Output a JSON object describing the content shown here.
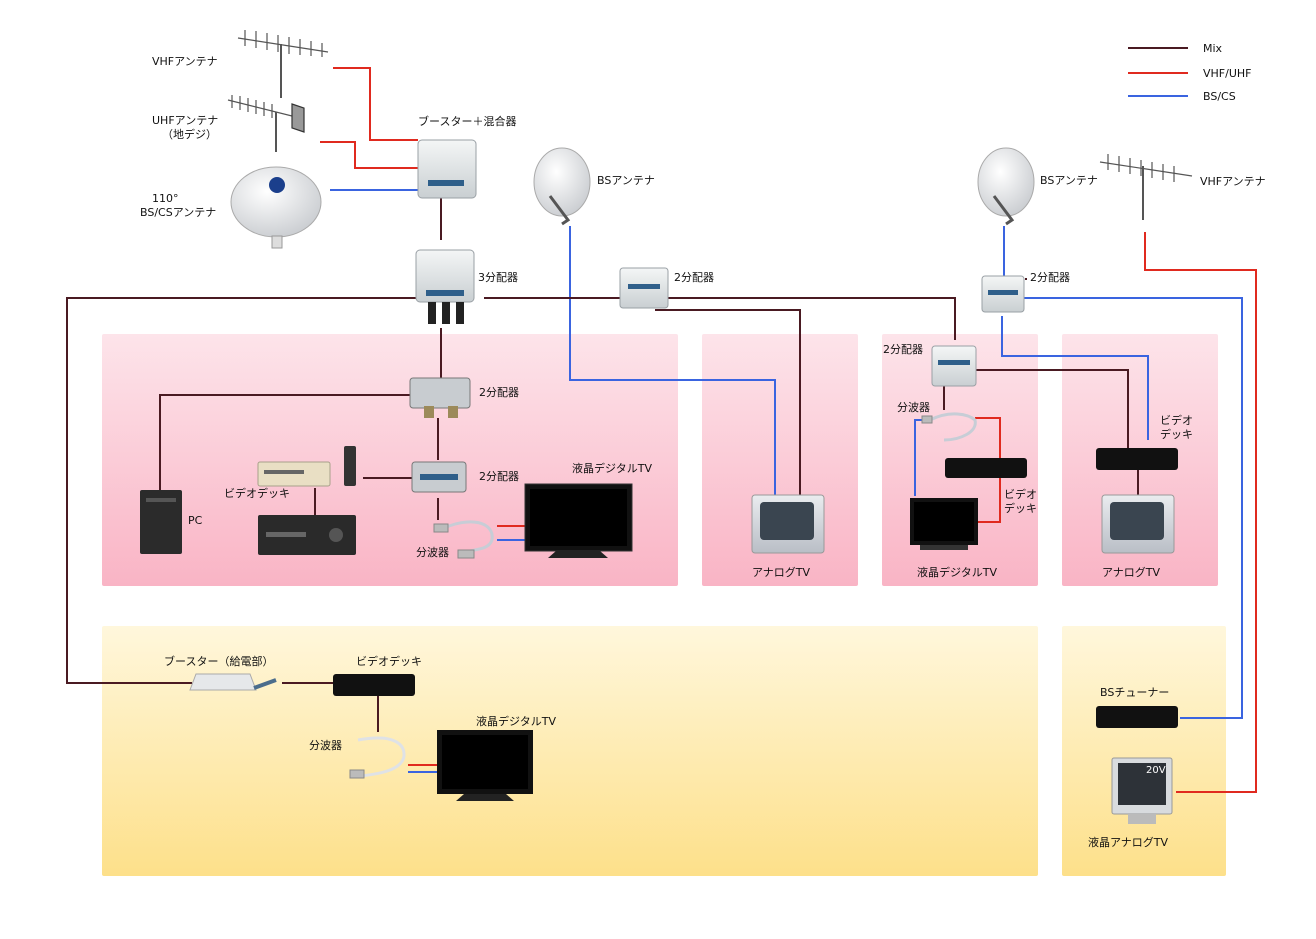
{
  "legend": [
    {
      "label": "Mix",
      "color": "#4a1a22"
    },
    {
      "label": "VHF/UHF",
      "color": "#e02a1f"
    },
    {
      "label": "BS/CS",
      "color": "#3a64e0"
    }
  ],
  "colors": {
    "mix": "#4a1a22",
    "vhf_uhf": "#e02a1f",
    "bs_cs": "#3a64e0",
    "room_pink": "#fbc8d4",
    "room_yellow": "#fde9a8"
  },
  "labels": {
    "vhf_antenna_left": "VHFアンテナ",
    "uhf_antenna_l1": "UHFアンテナ",
    "uhf_antenna_l2": "（地デジ）",
    "bscs_antenna_l1": "110°",
    "bscs_antenna_l2": "BS/CSアンテナ",
    "booster_mixer": "ブースター＋混合器",
    "bs_antenna_mid": "BSアンテナ",
    "bs_antenna_right": "BSアンテナ",
    "vhf_antenna_right": "VHFアンテナ",
    "splitter3": "3分配器",
    "splitter2_top_mid": "2分配器",
    "splitter2_top_right": "2分配器",
    "splitter2_room1_a": "2分配器",
    "splitter2_room1_b": "2分配器",
    "splitter2_room3": "2分配器",
    "video_deck_room1": "ビデオデッキ",
    "pc": "PC",
    "lcd_digital_tv_room1": "液晶デジタルTV",
    "diplexer_room1": "分波器",
    "analog_tv_room2": "アナログTV",
    "diplexer_room3": "分波器",
    "video_deck_room3_l1": "ビデオ",
    "video_deck_room3_l2": "デッキ",
    "lcd_digital_tv_room3": "液晶デジタルTV",
    "video_deck_room4_l1": "ビデオ",
    "video_deck_room4_l2": "デッキ",
    "analog_tv_room4": "アナログTV",
    "booster_power": "ブースター（給電部）",
    "video_deck_room5": "ビデオデッキ",
    "diplexer_room5": "分波器",
    "lcd_digital_tv_room5": "液晶デジタルTV",
    "bs_tuner": "BSチューナー",
    "lcd_analog_tv": "液晶アナログTV",
    "lcd_analog_tv_badge": "20V"
  }
}
